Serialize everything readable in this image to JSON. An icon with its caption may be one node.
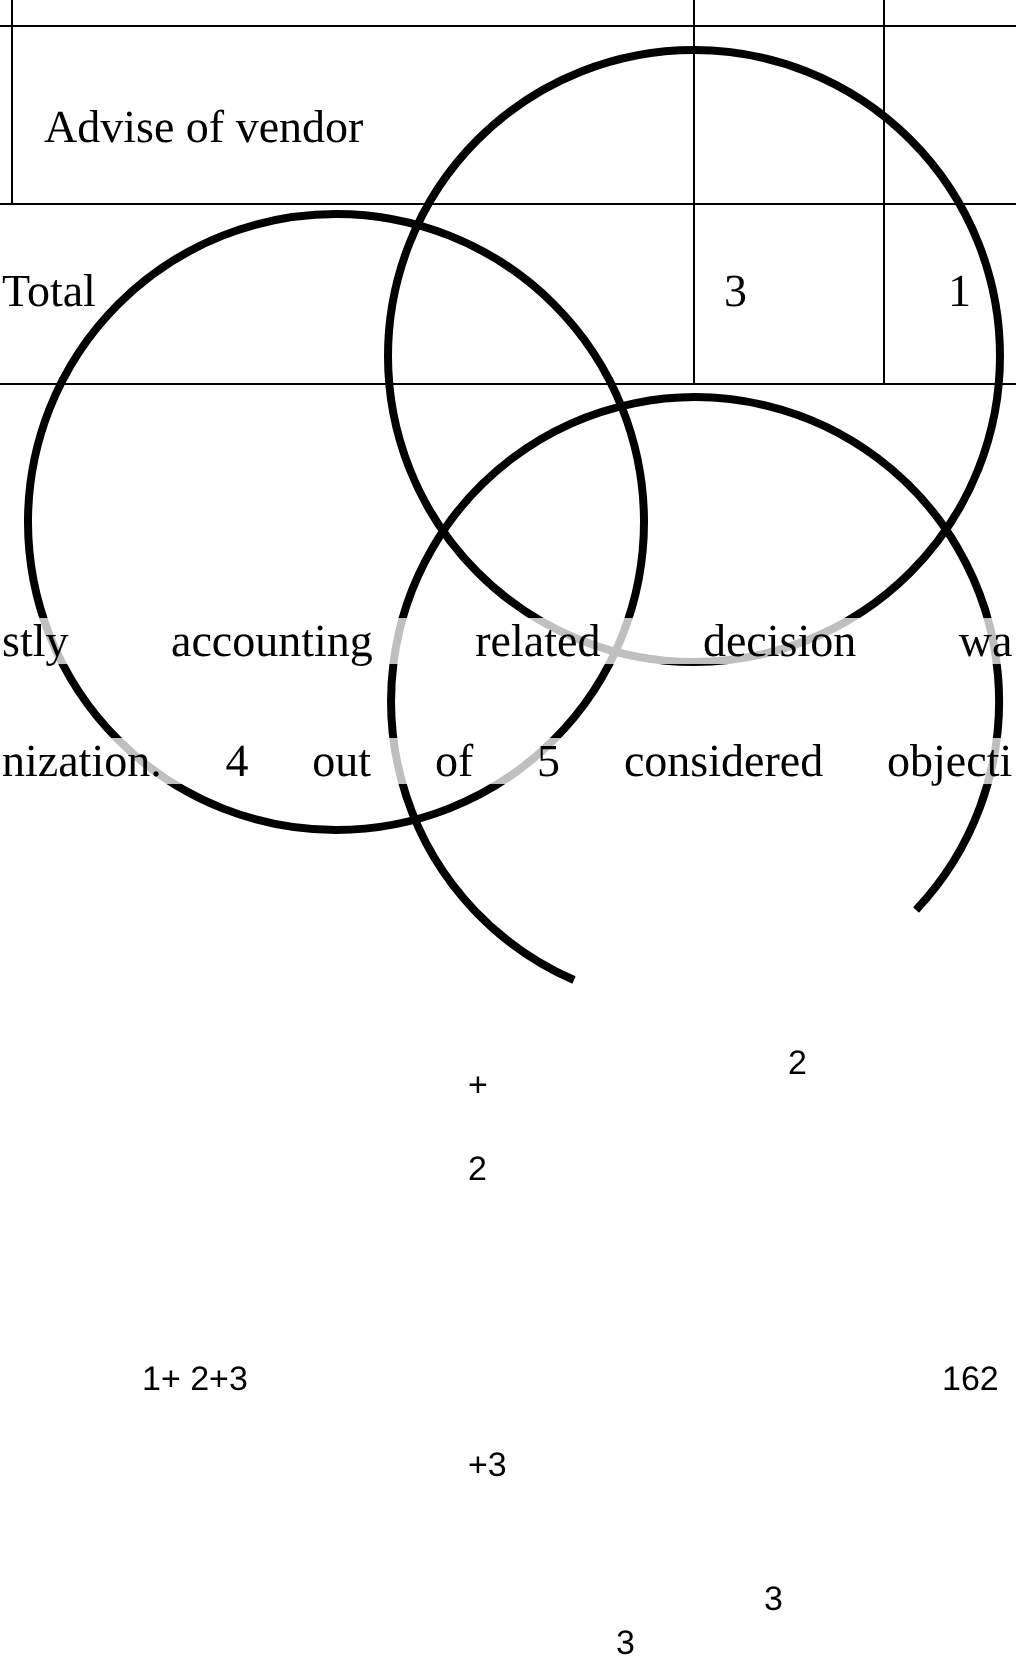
{
  "diagram": {
    "labels": [
      "Advise of vendor",
      "Total",
      "3",
      "1",
      "stly accounting related decision wa",
      "nization. 4 out of 5 considered objecti",
      "2",
      "+",
      "2",
      "1+ 2+3",
      "162",
      "+3",
      "3",
      "3"
    ]
  }
}
